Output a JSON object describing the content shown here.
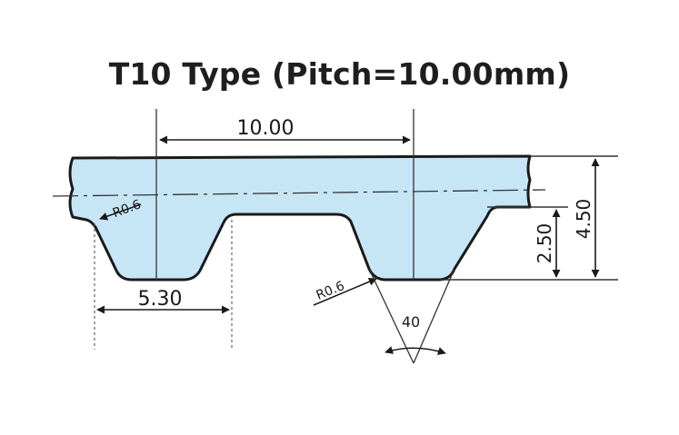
{
  "title": "T10 Type (Pitch=10.00mm)",
  "dimensions": {
    "pitch": "10.00",
    "tooth_width": "5.30",
    "total_height": "4.50",
    "tooth_height": "2.50",
    "radius_top": "R0.6",
    "radius_bottom": "R0.6",
    "angle": "40"
  },
  "colors": {
    "belt_fill": "#c7e6f5",
    "outline": "#1a1a1a",
    "dimension_line": "#1a1a1a",
    "construction_line": "#555555"
  }
}
